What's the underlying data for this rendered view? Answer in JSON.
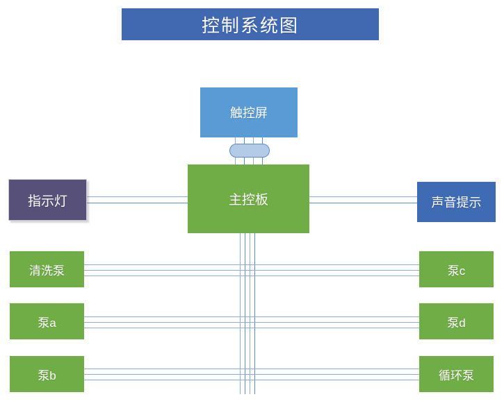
{
  "page": {
    "title": "控制系统图",
    "colors": {
      "title_banner": "#4169B2",
      "touch_screen": "#5B9BD5",
      "main_board": "#70AD47",
      "indicator": "#575079",
      "sound": "#3F6AB4",
      "pump": "#70AD47",
      "wire": "#8FAADC",
      "wire_dark": "#5B8BD0",
      "connector_fill": "#B4CBE8"
    }
  },
  "nodes": {
    "touch_screen": {
      "label": "触控屏"
    },
    "main_board": {
      "label": "主控板"
    },
    "indicator_light": {
      "label": "指示灯"
    },
    "sound_prompt": {
      "label": "声音提示"
    },
    "pumps_left": [
      {
        "label": "清洗泵"
      },
      {
        "label": "泵a"
      },
      {
        "label": "泵b"
      }
    ],
    "pumps_right": [
      {
        "label": "泵c"
      },
      {
        "label": "泵d"
      },
      {
        "label": "循环泵"
      }
    ]
  },
  "connector": {
    "name": "ribbon-connector"
  }
}
